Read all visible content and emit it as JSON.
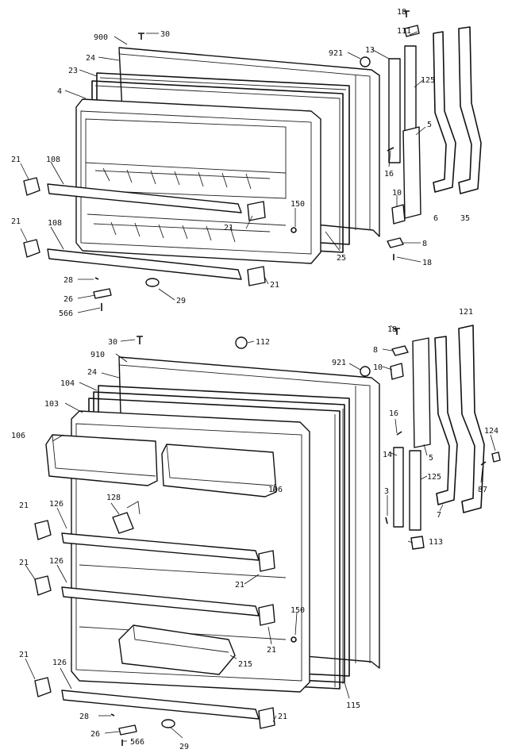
{
  "diagram": {
    "upper_door_labels": {
      "l18a": "18",
      "l111": "111",
      "l900": "900",
      "l30a": "30",
      "l921a": "921",
      "l13": "13",
      "l24a": "24",
      "l23": "23",
      "l4": "4",
      "l125a": "125",
      "l5a": "5",
      "l16a": "16",
      "l21a": "21",
      "l108a": "108",
      "l10a": "10",
      "l150a": "150",
      "l21b": "21",
      "l21c": "21",
      "l6": "6",
      "l35": "35",
      "l8a": "8",
      "l108b": "108",
      "l25": "25",
      "l18b": "18",
      "l28a": "28",
      "l21d": "21",
      "l26a": "26",
      "l29a": "29",
      "l566a": "566"
    },
    "lower_door_labels": {
      "l18c": "18",
      "l121": "121",
      "l30b": "30",
      "l112": "112",
      "l8b": "8",
      "l910": "910",
      "l921b": "921",
      "l10b": "10",
      "l24b": "24",
      "l104": "104",
      "l103": "103",
      "l16b": "16",
      "l124": "124",
      "l106a": "106",
      "l5b": "5",
      "l14": "14",
      "l125b": "125",
      "l87": "87",
      "l7": "7",
      "l3": "3",
      "l21e": "21",
      "l128": "128",
      "l126a": "126",
      "l106b": "106",
      "l113": "113",
      "l21f": "21",
      "l126b": "126",
      "l21g": "21",
      "l150b": "150",
      "l21h": "21",
      "l215": "215",
      "l21i": "21",
      "l126c": "126",
      "l115": "115",
      "l28b": "28",
      "l21j": "21",
      "l26b": "26",
      "l566b": "566",
      "l29b": "29"
    }
  }
}
